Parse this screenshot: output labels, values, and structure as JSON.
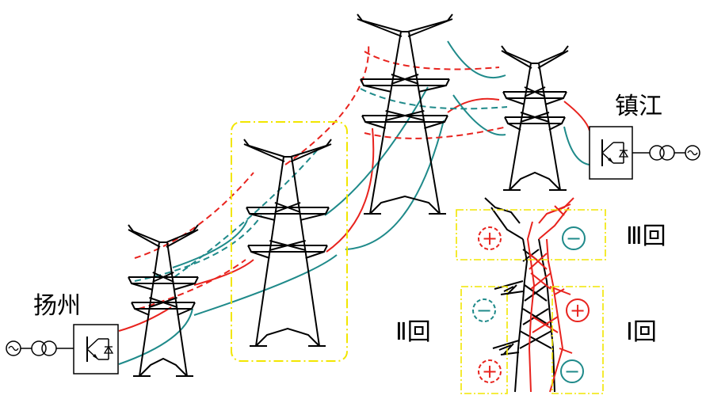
{
  "labels": {
    "yangzhou": "扬州",
    "zhenjiang": "镇江",
    "circuit_1": "Ⅰ回",
    "circuit_2": "Ⅱ回",
    "circuit_3": "Ⅲ回"
  },
  "polarity": {
    "plus": "+",
    "minus": "−"
  },
  "colors": {
    "positive": "#e8231e",
    "negative": "#1f8a8a",
    "tower": "#000000",
    "highlight_box": "#f2e600",
    "detail_circuit_1": "#e8231e",
    "detail_circuit_2": "#000000"
  }
}
